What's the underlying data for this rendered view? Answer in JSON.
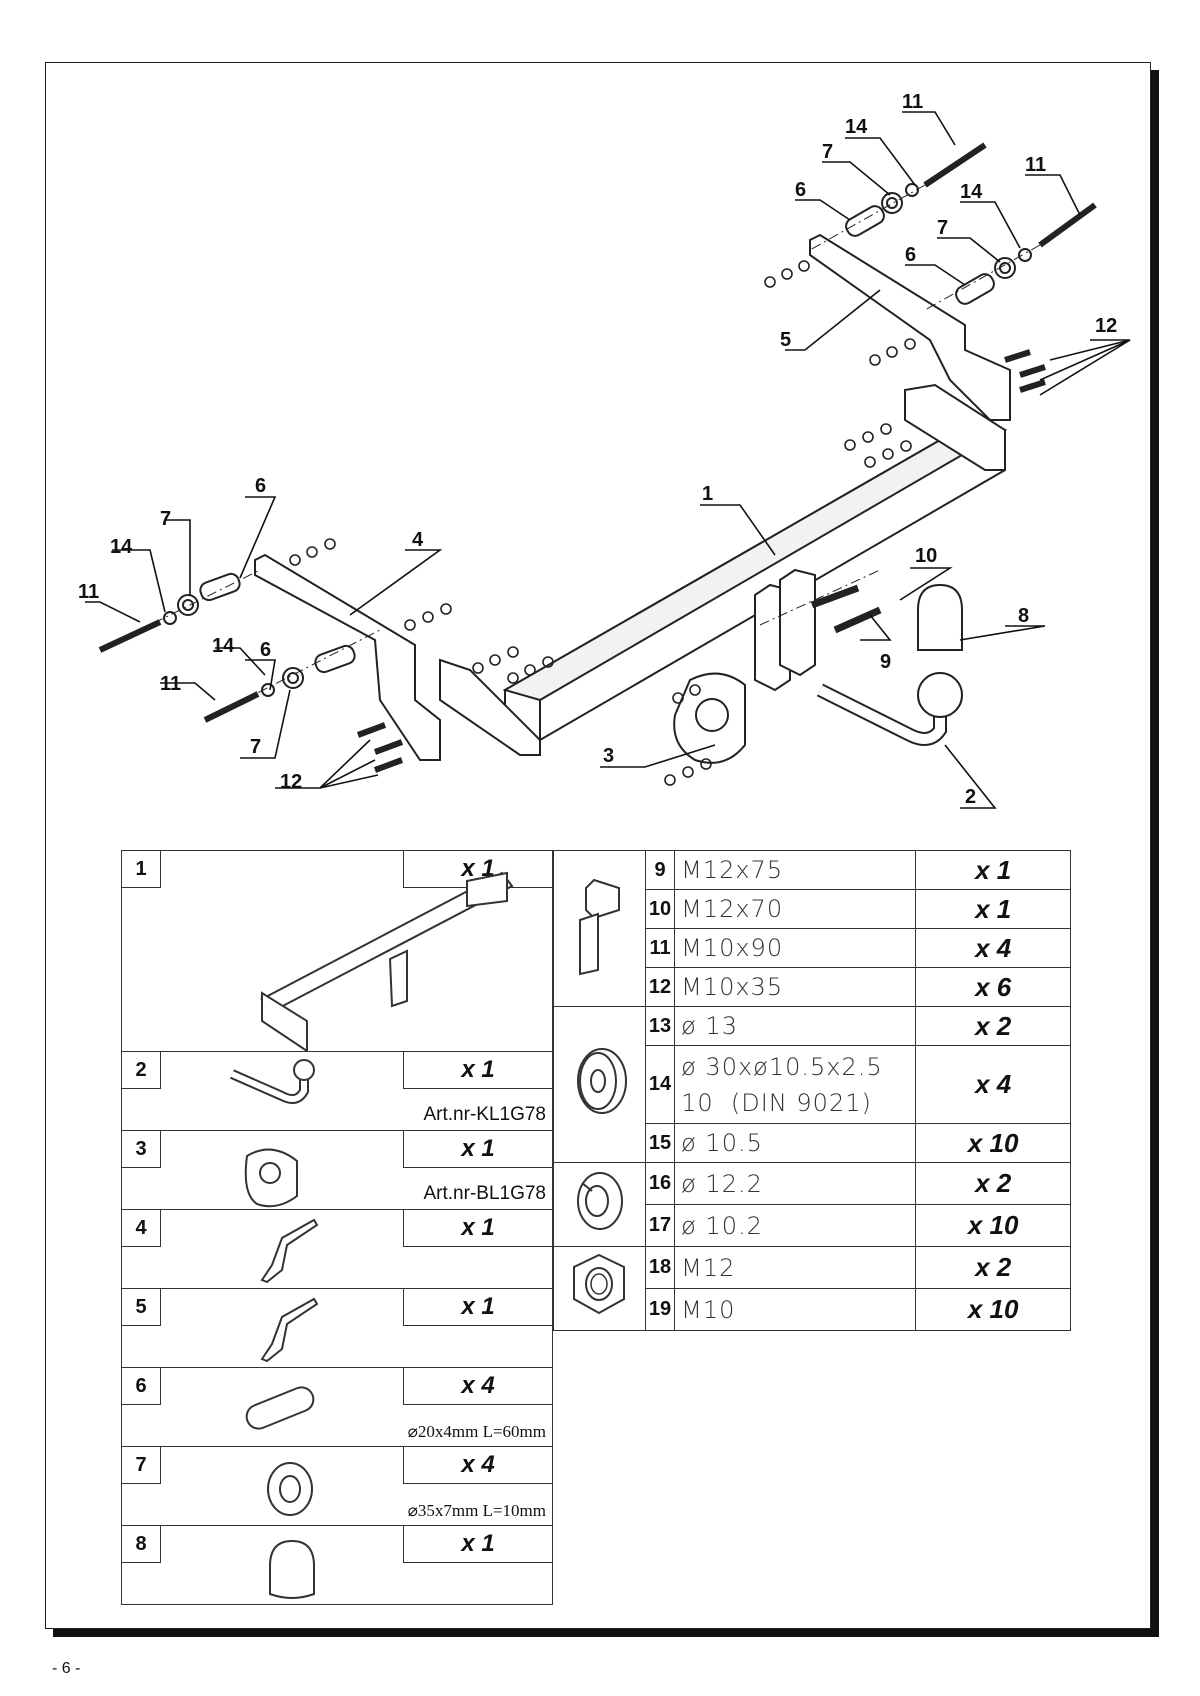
{
  "page_number": "- 6 -",
  "callouts": {
    "c1": "1",
    "c2": "2",
    "c3": "3",
    "c4": "4",
    "c5": "5",
    "c6": "6",
    "c7": "7",
    "c8": "8",
    "c9": "9",
    "c10": "10",
    "c11": "11",
    "c12": "12",
    "c14": "14"
  },
  "left_parts": [
    {
      "id": "1",
      "qty": "x 1",
      "note": ""
    },
    {
      "id": "2",
      "qty": "x 1",
      "note": "Art.nr-KL1G78"
    },
    {
      "id": "3",
      "qty": "x 1",
      "note": "Art.nr-BL1G78"
    },
    {
      "id": "4",
      "qty": "x 1",
      "note": ""
    },
    {
      "id": "5",
      "qty": "x 1",
      "note": ""
    },
    {
      "id": "6",
      "qty": "x 4",
      "note": "⌀20x4mm L=60mm"
    },
    {
      "id": "7",
      "qty": "x 4",
      "note": "⌀35x7mm L=10mm"
    },
    {
      "id": "8",
      "qty": "x 1",
      "note": ""
    }
  ],
  "hardware": [
    {
      "id": "9",
      "spec": "M12x75",
      "qty": "x 1"
    },
    {
      "id": "10",
      "spec": "M12x70",
      "qty": "x 1"
    },
    {
      "id": "11",
      "spec": "M10x90",
      "qty": "x 4"
    },
    {
      "id": "12",
      "spec": "M10x35",
      "qty": "x 6"
    },
    {
      "id": "13",
      "spec": "ø 13",
      "qty": "x 2"
    },
    {
      "id": "14",
      "spec": "ø 30xø10.5x2.5",
      "spec2": "10  (DIN 9021)",
      "qty": "x 4"
    },
    {
      "id": "15",
      "spec": "ø 10.5",
      "qty": "x 10"
    },
    {
      "id": "16",
      "spec": "ø 12.2",
      "qty": "x 2"
    },
    {
      "id": "17",
      "spec": "ø 10.2",
      "qty": "x 10"
    },
    {
      "id": "18",
      "spec": "M12",
      "qty": "x 2"
    },
    {
      "id": "19",
      "spec": "M10",
      "qty": "x 10"
    }
  ]
}
